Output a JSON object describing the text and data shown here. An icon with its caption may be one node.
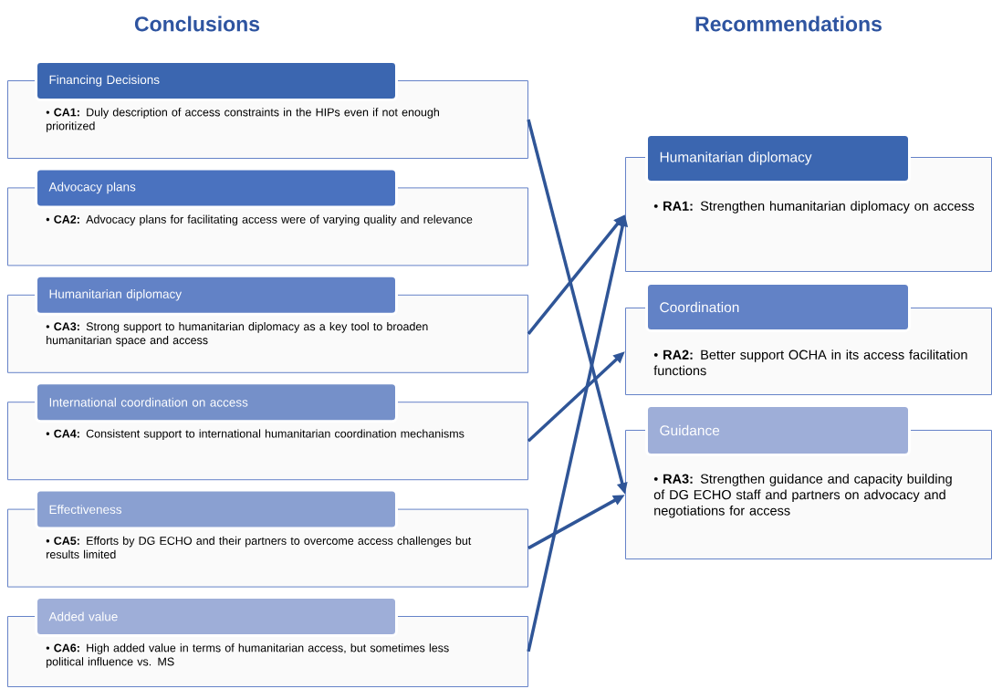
{
  "diagram": {
    "nodes": [
      {
        "text": [
          "Financing Decisions",
          "• **CA1:** Duly description of access constraints in the HIPs even if not enough prioritized"
        ]
      },
      {
        "text": [
          "Advocacy plans",
          "• **CA2:** Advocacy plans for facilitating access were of varying quality and relevance"
        ]
      },
      {
        "text": [
          "Humanitarian diplomacy",
          "• **CA3:** Strong support to humanitarian diplomacy as a key tool to broaden humanitarian space and access"
        ]
      },
      {
        "text": [
          "International coordination on access",
          "• **CA4:** Consistent support to international humanitarian coordination mechanisms"
        ]
      },
      {
        "text": [
          "Effectiveness",
          "• **CA5:** Efforts by DG ECHO and their partners to overcome access challenges but results limited"
        ]
      },
      {
        "text": [
          "Added value",
          "• **CA6:** High added value in terms of humanitarian access, but sometimes less political influence vs. MS"
        ]
      },
      {
        "text": [
          "Humanitarian diplomacy",
          "• **RA1:** Strengthen humanitarian diplomacy on access"
        ]
      },
      {
        "text": [
          "Coordination",
          "• **RA2:** Better support OCHA in its access facilitation functions"
        ]
      },
      {
        "text": [
          "Guidance",
          "• **RA3:** Strengthen guidance and capacity building of DG ECHO staff and partners on advocacy and negotiations for access"
        ]
      }
    ],
    "edges": [
      {
        "from": 0,
        "to": 8,
        "arrow": "to"
      },
      {
        "from": 2,
        "to": 6,
        "arrow": "to"
      },
      {
        "from": 3,
        "to": 7,
        "arrow": "to"
      },
      {
        "from": 4,
        "to": 8,
        "arrow": "to"
      },
      {
        "from": 5,
        "to": 6,
        "arrow": "to"
      }
    ],
    "labels": [
      "Conclusions",
      "Recommendations"
    ]
  }
}
